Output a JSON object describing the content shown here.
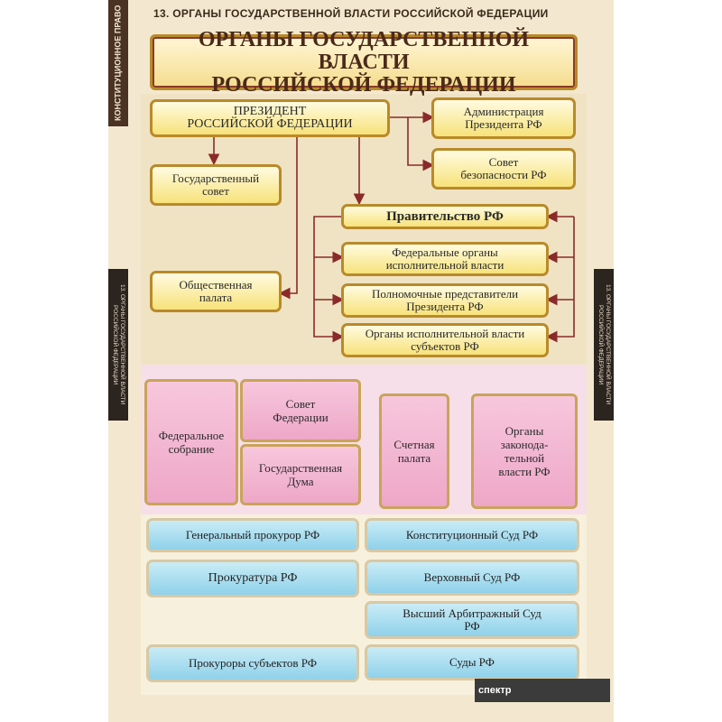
{
  "header": {
    "text": "13. ОРГАНЫ ГОСУДАРСТВЕННОЙ ВЛАСТИ РОССИЙСКОЙ ФЕДЕРАЦИИ"
  },
  "left_band": {
    "text": "КОНСТИТУЦИОННОЕ ПРАВО"
  },
  "side_tab": {
    "text": "13. ОРГАНЫ ГОСУДАРСТВЕННОЙ ВЛАСТИ РОССИЙСКОЙ ФЕДЕРАЦИИ"
  },
  "title": {
    "line1": "ОРГАНЫ ГОСУДАРСТВЕННОЙ ВЛАСТИ",
    "line2": "РОССИЙСКОЙ ФЕДЕРАЦИИ"
  },
  "executive": {
    "president": {
      "line1": "ПРЕЗИДЕНТ",
      "line2": "РОССИЙСКОЙ ФЕДЕРАЦИИ"
    },
    "administration": "Администрация Президента РФ",
    "security_council": "Совет безопасности РФ",
    "state_council": "Государственный совет",
    "public_chamber": "Общественная палата",
    "government": "Правительство РФ",
    "federal_exec": "Федеральные органы исполнительной власти",
    "plenipotentiaries": "Полномочные представители Президента РФ",
    "regional_exec": "Органы исполнительной власти субъектов РФ"
  },
  "legislative": {
    "federal_assembly": "Федеральное собрание",
    "federation_council": "Совет Федерации",
    "state_duma": "Государственная Дума",
    "accounts_chamber": "Счетная палата",
    "regional_legislature": "Органы законода-тельной власти РФ"
  },
  "judicial": {
    "prosecutor_general": "Генеральный прокурор РФ",
    "prosecutor_office": "Прокуратура РФ",
    "regional_prosecutors": "Прокуроры субъектов РФ",
    "constitutional_court": "Конституционный Суд РФ",
    "supreme_court": "Верховный Суд РФ",
    "arbitration_court": "Высший Арбитражный Суд РФ",
    "courts": "Суды РФ"
  },
  "footer": {
    "brand": "спектр"
  },
  "colors": {
    "gold_border": "#b98a2a",
    "arrow": "#8a2a2a",
    "pink_fill": "#f2b6d0",
    "blue_fill": "#a8ddf0",
    "cream_bg": "#f3e8cf"
  }
}
